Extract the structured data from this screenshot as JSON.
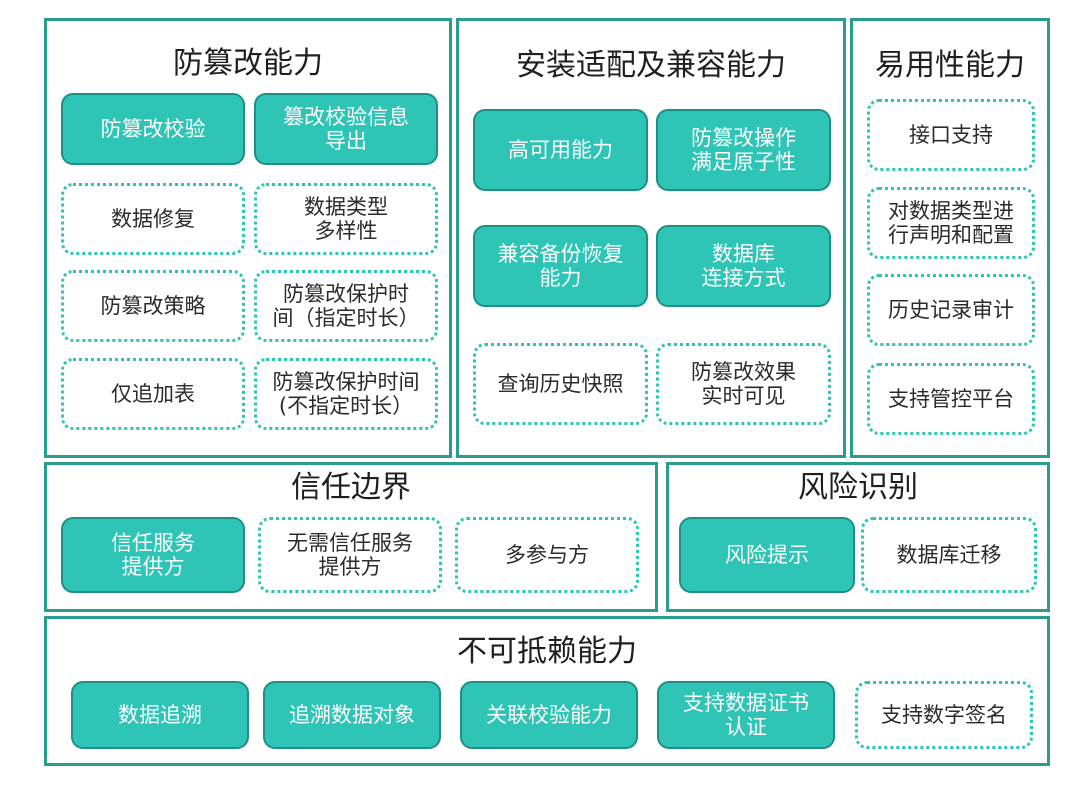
{
  "panels": {
    "tamper": {
      "title": "防篡改能力",
      "items": [
        {
          "label": "防篡改校验",
          "style": "solid"
        },
        {
          "label": "篡改校验信息\n导出",
          "style": "solid"
        },
        {
          "label": "数据修复",
          "style": "dotted"
        },
        {
          "label": "数据类型\n多样性",
          "style": "dotted"
        },
        {
          "label": "防篡改策略",
          "style": "dotted"
        },
        {
          "label": "防篡改保护时\n间（指定时长）",
          "style": "dotted"
        },
        {
          "label": "仅追加表",
          "style": "dotted"
        },
        {
          "label": "防篡改保护时间\n(不指定时长）",
          "style": "dotted"
        }
      ]
    },
    "install": {
      "title": "安装适配及兼容能力",
      "items": [
        {
          "label": "高可用能力",
          "style": "solid"
        },
        {
          "label": "防篡改操作\n满足原子性",
          "style": "solid"
        },
        {
          "label": "兼容备份恢复\n能力",
          "style": "solid"
        },
        {
          "label": "数据库\n连接方式",
          "style": "solid"
        },
        {
          "label": "查询历史快照",
          "style": "dotted"
        },
        {
          "label": "防篡改效果\n实时可见",
          "style": "dotted"
        }
      ]
    },
    "usability": {
      "title": "易用性能力",
      "items": [
        {
          "label": "接口支持",
          "style": "dotted"
        },
        {
          "label": "对数据类型进\n行声明和配置",
          "style": "dotted"
        },
        {
          "label": "历史记录审计",
          "style": "dotted"
        },
        {
          "label": "支持管控平台",
          "style": "dotted"
        }
      ]
    },
    "trust": {
      "title": "信任边界",
      "items": [
        {
          "label": "信任服务\n提供方",
          "style": "solid"
        },
        {
          "label": "无需信任服务\n提供方",
          "style": "dotted"
        },
        {
          "label": "多参与方",
          "style": "dotted"
        }
      ]
    },
    "risk": {
      "title": "风险识别",
      "items": [
        {
          "label": "风险提示",
          "style": "solid"
        },
        {
          "label": "数据库迁移",
          "style": "dotted"
        }
      ]
    },
    "nonrep": {
      "title": "不可抵赖能力",
      "items": [
        {
          "label": "数据追溯",
          "style": "solid"
        },
        {
          "label": "追溯数据对象",
          "style": "solid"
        },
        {
          "label": "关联校验能力",
          "style": "solid"
        },
        {
          "label": "支持数据证书\n认证",
          "style": "solid"
        },
        {
          "label": "支持数字签名",
          "style": "dotted"
        }
      ]
    }
  }
}
